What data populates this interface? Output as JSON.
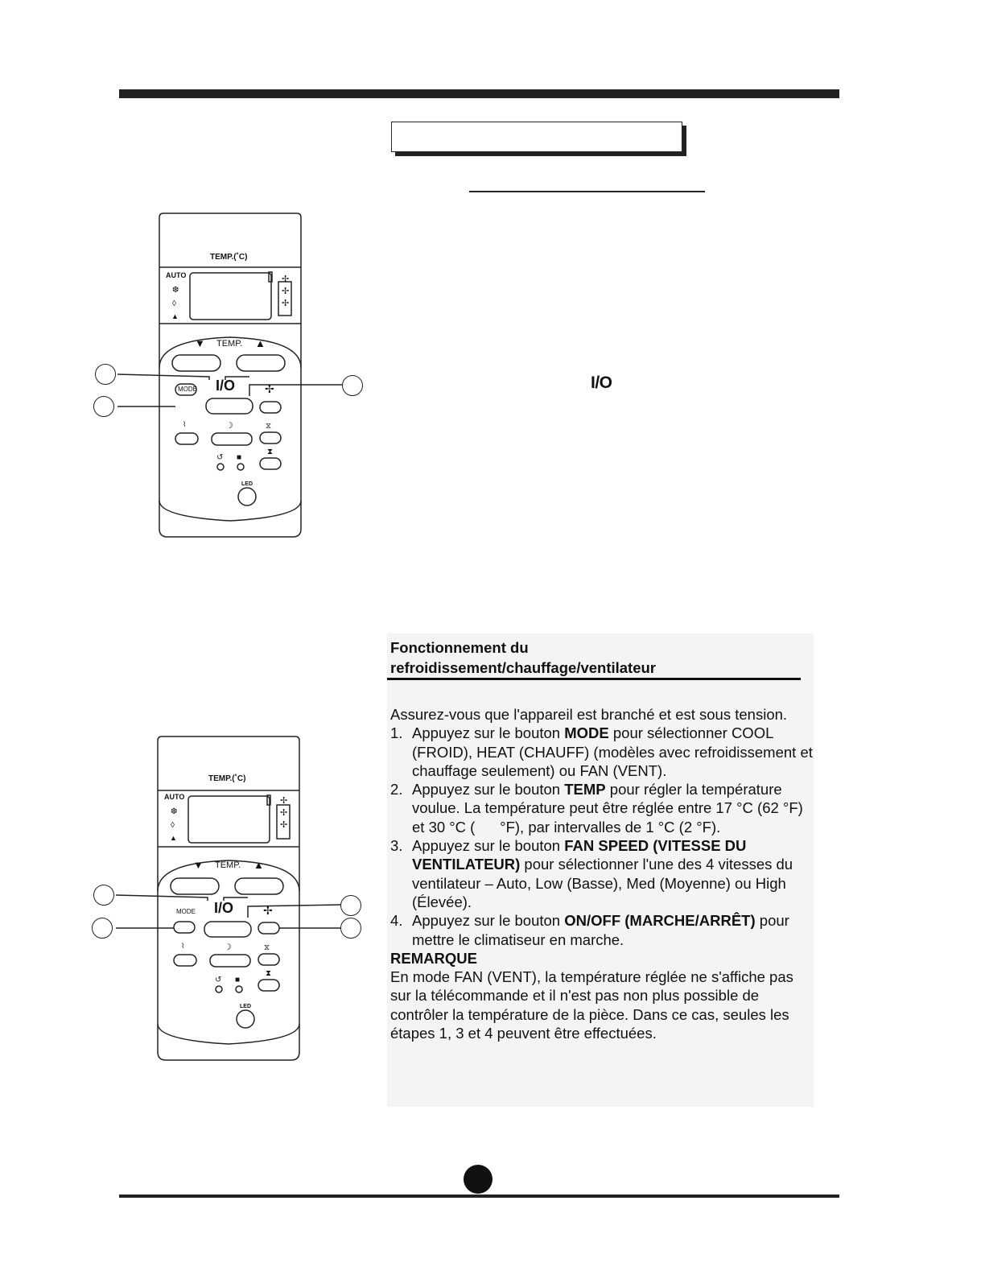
{
  "io_label": "I/O",
  "remote": {
    "temp_unit_label": "TEMP.(˚C)",
    "auto_label": "AUTO",
    "temp_label": "TEMP.",
    "down_arrow": "▼",
    "up_arrow": "▲",
    "power_label": "I/O",
    "mode_label": "MODE",
    "led_label": "LED"
  },
  "section": {
    "title_line1": "Fonctionnement du",
    "title_line2": "refroidissement/chauffage/ventilateur",
    "intro": "Assurez-vous que l'appareil est branché et est sous tension.",
    "steps": [
      {
        "num": "1.",
        "before": "Appuyez sur le bouton ",
        "bold": "MODE",
        "after": " pour sélectionner COOL (FROID), HEAT (CHAUFF) (modèles avec refroidissement et chauffage seulement) ou FAN (VENT)."
      },
      {
        "num": "2.",
        "before": "Appuyez sur le bouton ",
        "bold": "TEMP",
        "after": " pour régler la température voulue. La température peut être réglée entre 17 °C (62 °F) et 30 °C (      °F), par intervalles de 1 °C (2 °F)."
      },
      {
        "num": "3.",
        "before": "Appuyez sur le bouton ",
        "bold": "FAN SPEED (VITESSE DU VENTILATEUR)",
        "after": " pour sélectionner l'une des 4 vitesses du ventilateur – Auto, Low (Basse), Med (Moyenne) ou High (Élevée)."
      },
      {
        "num": "4.",
        "before": "Appuyez sur le bouton ",
        "bold": "ON/OFF (MARCHE/ARRÊT)",
        "after": " pour mettre le climatiseur en marche."
      }
    ],
    "remark_title": "REMARQUE",
    "remark_text": "En mode FAN (VENT), la température réglée ne s'affiche pas sur la télécommande et il n'est pas non plus possible de contrôler la température de la pièce. Dans ce cas, seules les étapes 1, 3 et 4 peuvent être effectuées."
  }
}
